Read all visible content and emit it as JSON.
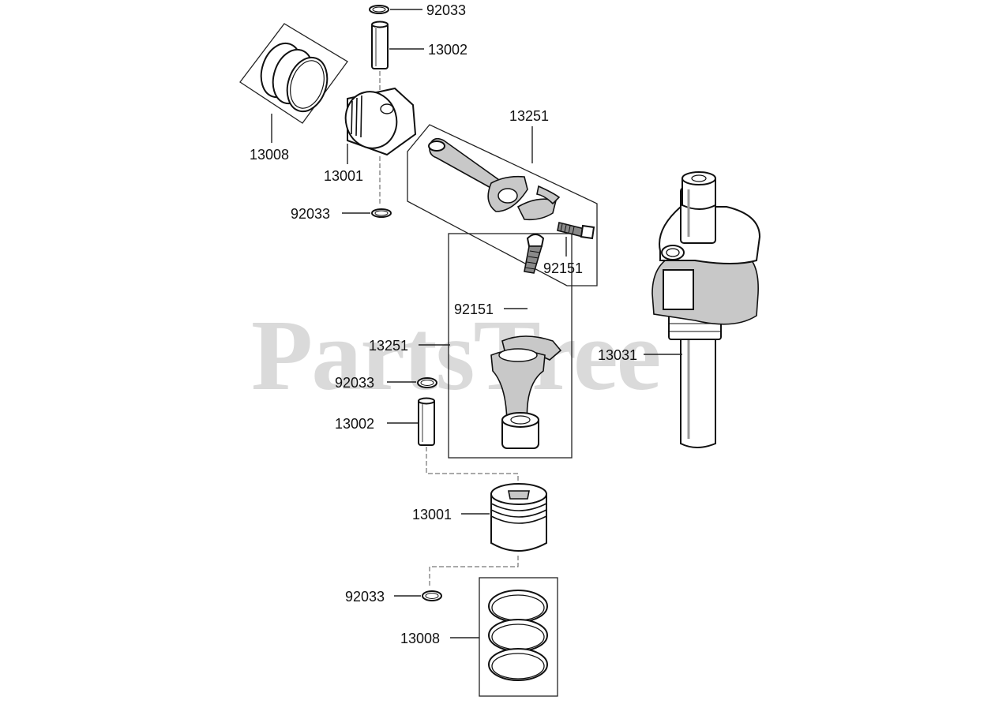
{
  "watermark": {
    "text": "PartsTree",
    "trademark": "™"
  },
  "labels": {
    "top_clip": "92033",
    "top_pin": "13002",
    "top_rings": "13008",
    "top_piston": "13001",
    "mid_clip": "92033",
    "top_rod": "13251",
    "top_bolt": "92151",
    "low_bolt": "92151",
    "low_rod": "13251",
    "low_clip_upper": "92033",
    "low_pin": "13002",
    "crankshaft": "13031",
    "low_piston": "13001",
    "low_clip": "92033",
    "low_rings": "13008"
  }
}
